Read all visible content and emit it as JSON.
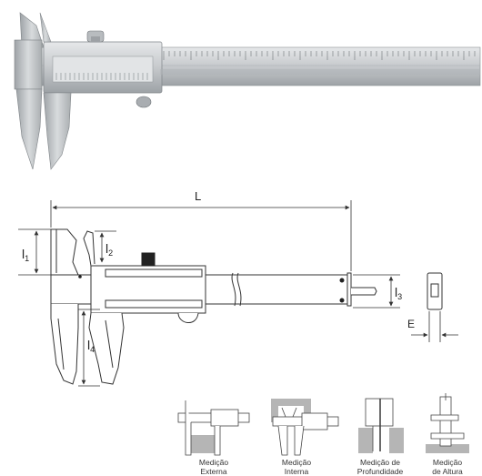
{
  "labels": {
    "overall_length": "L",
    "l1": "l",
    "l1_sub": "1",
    "l2": "l",
    "l2_sub": "2",
    "l3": "l",
    "l3_sub": "3",
    "l4": "l",
    "l4_sub": "4",
    "e": "E"
  },
  "modes": [
    {
      "line1": "Medição",
      "line2": "Externa"
    },
    {
      "line1": "Medição",
      "line2": "Interna"
    },
    {
      "line1": "Medição de",
      "line2": "Profundidade"
    },
    {
      "line1": "Medição",
      "line2": "de Altura"
    }
  ],
  "colors": {
    "steel": "#c9ccce",
    "steel_dark": "#8e9396",
    "line": "#333333",
    "shade": "#b5b5b5"
  }
}
